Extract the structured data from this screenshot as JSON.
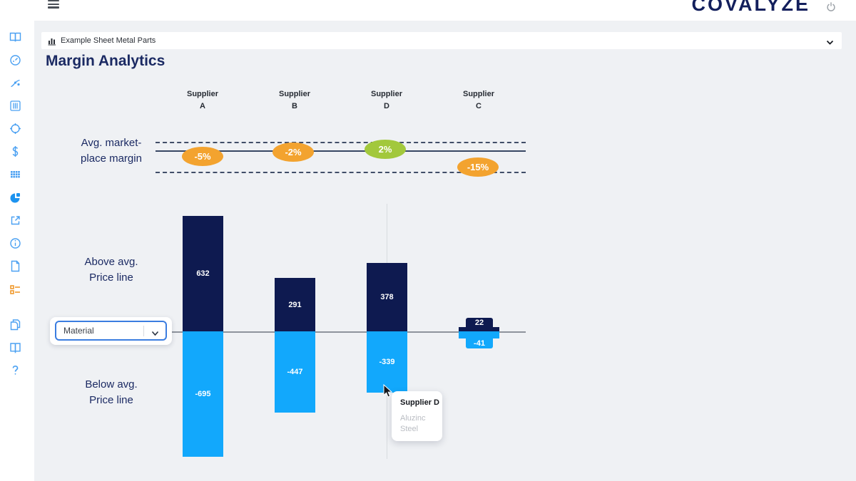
{
  "app": {
    "logo_text": "COVALYZE"
  },
  "topbar": {
    "hamburger_icon": "menu-icon",
    "power_icon": "power-icon"
  },
  "sidebar": {
    "active_item": "margin-analytics",
    "items": [
      {
        "name": "home",
        "icon": "home-icon"
      },
      {
        "name": "catalog",
        "icon": "open-book-icon"
      },
      {
        "name": "dashboard",
        "icon": "gauge-icon"
      },
      {
        "name": "analysis",
        "icon": "branch-icon"
      },
      {
        "name": "controls",
        "icon": "sliders-icon"
      },
      {
        "name": "target",
        "icon": "target-icon"
      },
      {
        "name": "spend",
        "icon": "dollar-icon"
      },
      {
        "name": "data-grid",
        "icon": "grid-icon"
      },
      {
        "name": "margin-analytics",
        "icon": "pie-chart-icon"
      },
      {
        "name": "export",
        "icon": "external-link-icon"
      },
      {
        "name": "info",
        "icon": "info-icon"
      },
      {
        "name": "document",
        "icon": "document-icon"
      },
      {
        "name": "tasks",
        "icon": "checklist-icon"
      },
      {
        "name": "files",
        "icon": "copy-icon"
      },
      {
        "name": "manual",
        "icon": "book-icon"
      },
      {
        "name": "help",
        "icon": "question-icon"
      }
    ]
  },
  "report_selector": {
    "label": "Example Sheet Metal Parts",
    "icon": "bar-chart-icon",
    "chevron": "chevron-down-icon"
  },
  "page": {
    "title": "Margin Analytics"
  },
  "row_labels": {
    "margin_line1": "Avg. market-",
    "margin_line2": "place margin",
    "above_line1": "Above avg.",
    "above_line2": "Price line",
    "below_line1": "Below avg.",
    "below_line2": "Price line"
  },
  "suppliers": [
    {
      "label": "Supplier",
      "letter": "A",
      "margin": "-5%",
      "above": "632",
      "below": "-695"
    },
    {
      "label": "Supplier",
      "letter": "B",
      "margin": "-2%",
      "above": "291",
      "below": "-447"
    },
    {
      "label": "Supplier",
      "letter": "D",
      "margin": "2%",
      "above": "378",
      "below": "-339"
    },
    {
      "label": "Supplier",
      "letter": "C",
      "margin": "-15%",
      "above": "22",
      "below": "-41"
    }
  ],
  "chart_data": {
    "type": "bar",
    "title": "Margin Analytics",
    "categories": [
      "Supplier A",
      "Supplier B",
      "Supplier D",
      "Supplier C"
    ],
    "series": [
      {
        "name": "Avg. marketplace margin (%)",
        "values": [
          -5,
          -2,
          2,
          -15
        ]
      },
      {
        "name": "Above avg. Price line",
        "values": [
          632,
          291,
          378,
          22
        ]
      },
      {
        "name": "Below avg. Price line",
        "values": [
          -695,
          -447,
          -339,
          -41
        ]
      }
    ],
    "annotations": [
      "-5%",
      "-2%",
      "2%",
      "-15%"
    ],
    "legend_position": "left",
    "grid": false,
    "colors": {
      "above_bar": "#0e1a50",
      "below_bar": "#12a8fc",
      "margin_negative": "#f3a32f",
      "margin_positive": "#a2c83c"
    }
  },
  "filter": {
    "value": "Material"
  },
  "tooltip": {
    "title": "Supplier D",
    "line1": "Aluzinc",
    "line2": "Steel"
  }
}
